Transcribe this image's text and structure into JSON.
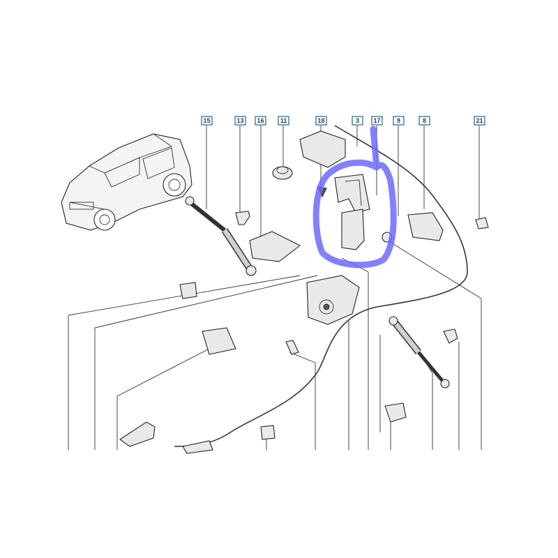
{
  "diagram": {
    "callouts": [
      {
        "id": "c15",
        "label": "15"
      },
      {
        "id": "c13",
        "label": "13"
      },
      {
        "id": "c16",
        "label": "16"
      },
      {
        "id": "c11",
        "label": "11"
      },
      {
        "id": "c18",
        "label": "18"
      },
      {
        "id": "c3",
        "label": "3"
      },
      {
        "id": "c17",
        "label": "17"
      },
      {
        "id": "c9",
        "label": "9"
      },
      {
        "id": "c8",
        "label": "8"
      },
      {
        "id": "c21",
        "label": "21"
      }
    ],
    "colors": {
      "highlight": "#6b6bff",
      "label_border": "#2b5f8a",
      "label_text": "#1c3f66",
      "lines": "#333333"
    }
  }
}
